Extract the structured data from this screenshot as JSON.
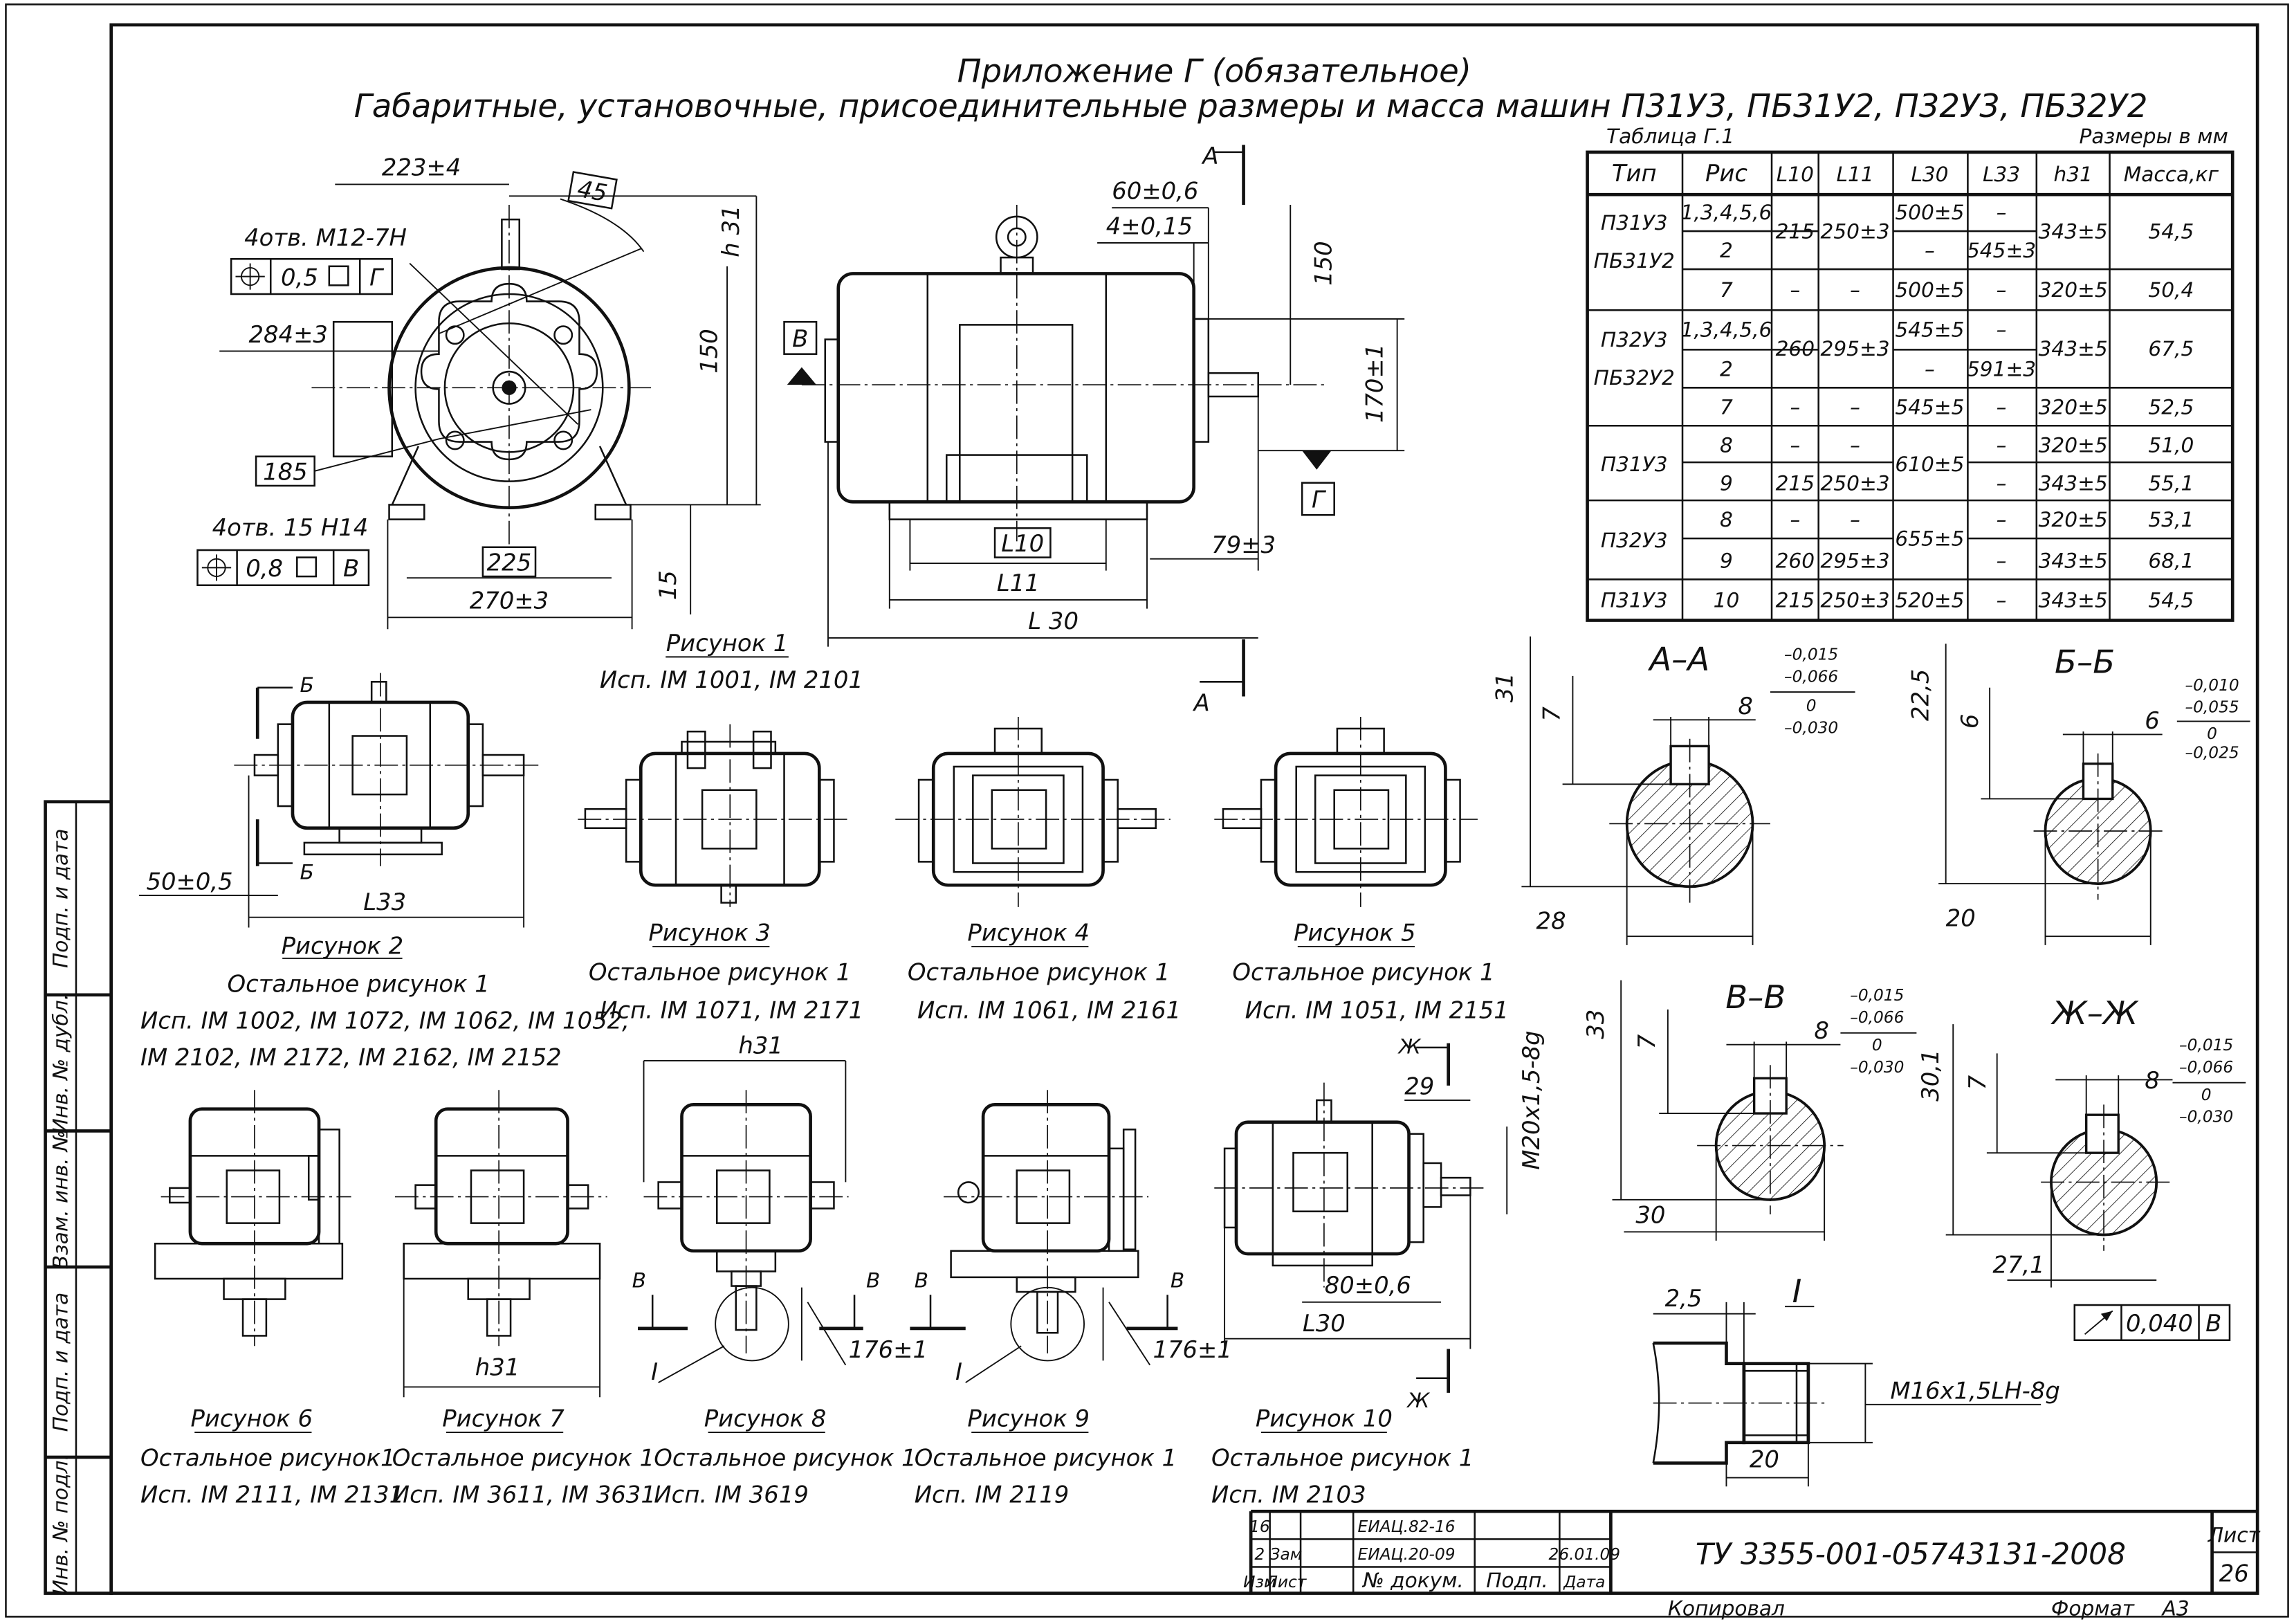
{
  "header": {
    "appendix": "Приложение Г (обязательное)",
    "title": "Габаритные, установочные, присоединительные размеры и масса машин П31У3, ПБ31У2, П32У3, ПБ32У2"
  },
  "table": {
    "caption": "Таблица Г.1",
    "units": "Размеры в мм",
    "columns": [
      "Тип",
      "Рис",
      "L10",
      "L11",
      "L30",
      "L33",
      "h31",
      "Масса,кг"
    ],
    "groups": [
      {
        "type": "П31У3\nПБ31У2",
        "rows": [
          {
            "fig": "1,3,4,5,6",
            "l10": "215",
            "l11": "250±3",
            "l30": "500±5",
            "l33": "–",
            "h31": "343±5",
            "mass": "54,5"
          },
          {
            "fig": "2",
            "l10": "",
            "l11": "",
            "l30": "–",
            "l33": "545±3",
            "h31": "",
            "mass": ""
          },
          {
            "fig": "7",
            "l10": "–",
            "l11": "–",
            "l30": "500±5",
            "l33": "–",
            "h31": "320±5",
            "mass": "50,4"
          }
        ]
      },
      {
        "type": "П32У3\nПБ32У2",
        "rows": [
          {
            "fig": "1,3,4,5,6",
            "l10": "260",
            "l11": "295±3",
            "l30": "545±5",
            "l33": "–",
            "h31": "343±5",
            "mass": "67,5"
          },
          {
            "fig": "2",
            "l10": "",
            "l11": "",
            "l30": "–",
            "l33": "591±3",
            "h31": "",
            "mass": ""
          },
          {
            "fig": "7",
            "l10": "–",
            "l11": "–",
            "l30": "545±5",
            "l33": "–",
            "h31": "320±5",
            "mass": "52,5"
          }
        ]
      },
      {
        "type": "П31У3",
        "rows": [
          {
            "fig": "8",
            "l10": "–",
            "l11": "–",
            "l30": "610±5",
            "l33": "–",
            "h31": "320±5",
            "mass": "51,0"
          },
          {
            "fig": "9",
            "l10": "215",
            "l11": "250±3",
            "l30": "",
            "l33": "–",
            "h31": "343±5",
            "mass": "55,1"
          }
        ]
      },
      {
        "type": "П32У3",
        "rows": [
          {
            "fig": "8",
            "l10": "–",
            "l11": "–",
            "l30": "655±5",
            "l33": "–",
            "h31": "320±5",
            "mass": "53,1"
          },
          {
            "fig": "9",
            "l10": "260",
            "l11": "295±3",
            "l30": "",
            "l33": "–",
            "h31": "343±5",
            "mass": "68,1"
          }
        ]
      },
      {
        "type": "П31У3",
        "rows": [
          {
            "fig": "10",
            "l10": "215",
            "l11": "250±3",
            "l30": "520±5",
            "l33": "–",
            "h31": "343±5",
            "mass": "54,5"
          }
        ]
      }
    ]
  },
  "fig1": {
    "caption": "Рисунок 1",
    "note": "Исп. IM 1001, IM 2101",
    "holes_top": "4отв. М12-7Н",
    "tol_top": [
      "0,5",
      "Г"
    ],
    "holes_bottom": "4отв. 15 Н14",
    "tol_bottom": [
      "0,8",
      "В"
    ],
    "d223": "223±4",
    "a45": "45",
    "d284": "284±3",
    "d185": "185",
    "d225": "225",
    "d270": "270±3",
    "d15": "15",
    "h31": "h 31",
    "d150": "150",
    "d60": "60±0,6",
    "d4": "4±0,15",
    "d150b": "150",
    "d170": "170±1",
    "d79": "79±3",
    "l10": "L10",
    "l11": "L11",
    "l30": "L 30",
    "secA": "А",
    "secB": "В",
    "secG": "Г"
  },
  "figures": [
    {
      "caption": "Рисунок 2",
      "note1": "Остальное рисунок 1",
      "note2": "Исп. IM 1002, IM 1072, IM 1062, IM 1052,",
      "note3": "IM 2102, IM 2172, IM 2162, IM 2152"
    },
    {
      "caption": "Рисунок 3",
      "note1": "Остальное рисунок 1",
      "note2": "Исп. IM 1071, IM 2171"
    },
    {
      "caption": "Рисунок 4",
      "note1": "Остальное рисунок 1",
      "note2": "Исп. IM 1061, IM 2161"
    },
    {
      "caption": "Рисунок 5",
      "note1": "Остальное рисунок 1",
      "note2": "Исп. IM 1051, IM 2151"
    },
    {
      "caption": "Рисунок 6",
      "note1": "Остальное рисунок1",
      "note2": "Исп. IM 2111, IM 2131"
    },
    {
      "caption": "Рисунок 7",
      "note1": "Остальное рисунок 1",
      "note2": "Исп. IM 3611, IM 3631"
    },
    {
      "caption": "Рисунок 8",
      "note1": "Остальное рисунок 1",
      "note2": "Исп. IM 3619"
    },
    {
      "caption": "Рисунок 9",
      "note1": "Остальное рисунок 1",
      "note2": "Исп. IM 2119"
    },
    {
      "caption": "Рисунок 10",
      "note1": "Остальное рисунок 1",
      "note2": "Исп. IM 2103"
    }
  ],
  "fig_labels": {
    "fig2": {
      "b": "Б",
      "d50": "50±0,5",
      "l33": "L33"
    },
    "fig7": {
      "h31": "h31"
    },
    "fig8": {
      "h31": "h31",
      "v": "В",
      "view": "I",
      "d176": "176±1"
    },
    "fig9": {
      "v": "В",
      "view": "I",
      "d176": "176±1"
    },
    "fig10": {
      "zh": "Ж",
      "d29": "29",
      "thread": "М20х1,5-8g",
      "d80": "80±0,6",
      "l30": "L30"
    }
  },
  "sections": {
    "aa": {
      "title": "А–А",
      "h": "31",
      "k": "7",
      "w": "8",
      "d": "28",
      "tol_w": [
        "–0,015",
        "–0,066",
        "0",
        "–0,030"
      ]
    },
    "bb": {
      "title": "Б–Б",
      "h": "22,5",
      "k": "6",
      "w": "6",
      "d": "20",
      "tol_w": [
        "–0,010",
        "–0,055",
        "0",
        "–0,025"
      ]
    },
    "vv": {
      "title": "В–В",
      "h": "33",
      "k": "7",
      "w": "8",
      "d": "30",
      "tol_w": [
        "–0,015",
        "–0,066",
        "0",
        "–0,030"
      ]
    },
    "zz": {
      "title": "Ж–Ж",
      "h": "30,1",
      "k": "7",
      "w": "8",
      "d": "27,1",
      "tol_w": [
        "–0,015",
        "–0,066",
        "0",
        "–0,030"
      ],
      "tol_box": [
        "0,040",
        "В"
      ]
    },
    "view1": {
      "title": "I",
      "d25": "2,5",
      "thread": "М16х1,5LH-8g",
      "d20": "20"
    }
  },
  "side_stamp": [
    "Подп. и дата",
    "Инв. № дубл.",
    "Взам. инв. №",
    "Подп. и дата",
    "Инв. № подл."
  ],
  "title_block": {
    "rows": [
      [
        "16",
        "",
        "ЕИАЦ.82-16",
        "",
        ""
      ],
      [
        "2",
        "Зам",
        "ЕИАЦ.20-09",
        "",
        "26.01.09"
      ],
      [
        "Изм",
        "Лист",
        "№ докум.",
        "Подп.",
        "Дата"
      ]
    ],
    "doc_number": "ТУ 3355-001-05743131-2008",
    "sheet_label": "Лист",
    "sheet": "26",
    "copied": "Копировал",
    "format_label": "Формат",
    "format": "А3"
  }
}
